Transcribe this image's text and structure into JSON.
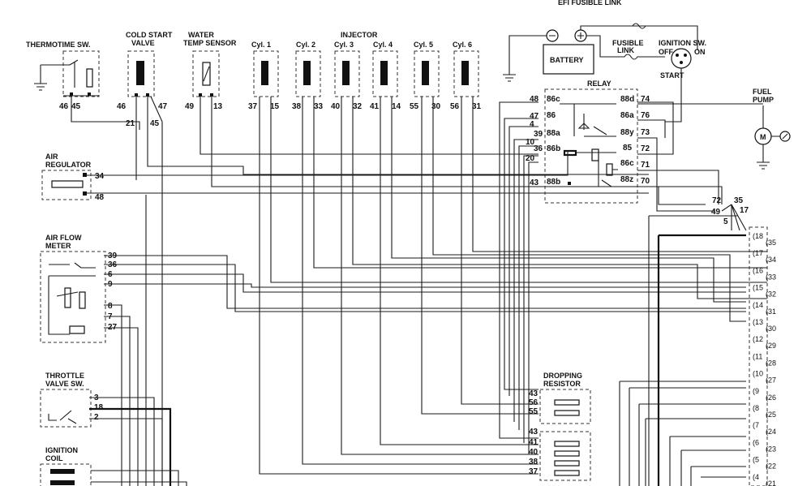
{
  "title": "EFI FUSIBLE LINK",
  "components": {
    "thermotime": {
      "label": "THERMOTIME SW.",
      "pins": [
        "46",
        "45"
      ]
    },
    "cold_start": {
      "label1": "COLD START",
      "label2": "VALVE",
      "pins": [
        "46",
        "47",
        "21",
        "45"
      ]
    },
    "water_temp": {
      "label1": "WATER",
      "label2": "TEMP SENSOR",
      "pins": [
        "49",
        "13"
      ]
    },
    "injector_header": "INJECTOR",
    "injectors": [
      {
        "label": "Cyl. 1",
        "pins": [
          "37",
          "15"
        ]
      },
      {
        "label": "Cyl. 2",
        "pins": [
          "38",
          "33"
        ]
      },
      {
        "label": "Cyl. 3",
        "pins": [
          "40",
          "32"
        ]
      },
      {
        "label": "Cyl. 4",
        "pins": [
          "41",
          "14"
        ]
      },
      {
        "label": "Cyl. 5",
        "pins": [
          "55",
          "30"
        ]
      },
      {
        "label": "Cyl. 6",
        "pins": [
          "56",
          "31"
        ]
      }
    ],
    "battery": {
      "label": "BATTERY"
    },
    "fusible_link": {
      "label1": "FUSIBLE",
      "label2": "LINK"
    },
    "ignition_sw": {
      "label": "IGNITION SW.",
      "off": "OFF",
      "on": "ON",
      "start": "START"
    },
    "fuel_pump": {
      "label1": "FUEL",
      "label2": "PUMP",
      "motor": "M"
    },
    "relay": {
      "label": "RELAY",
      "left_pins": [
        "48",
        "47",
        "4",
        "39",
        "10",
        "36",
        "20",
        "43"
      ],
      "left_terms": [
        "86c",
        "86",
        "88a",
        "86b",
        "88b"
      ],
      "right_terms": [
        "88d",
        "86a",
        "88y",
        "85",
        "86c",
        "88z"
      ],
      "right_pins": [
        "74",
        "76",
        "73",
        "72",
        "71",
        "70"
      ]
    },
    "air_regulator": {
      "label1": "AIR",
      "label2": "REGULATOR",
      "pins": [
        "34",
        "48"
      ]
    },
    "air_flow_meter": {
      "label1": "AIR FLOW",
      "label2": "METER",
      "pins": [
        "39",
        "36",
        "6",
        "9",
        "8",
        "7",
        "27"
      ]
    },
    "throttle_sw": {
      "label1": "THROTTLE",
      "label2": "VALVE SW.",
      "pins": [
        "3",
        "18",
        "2"
      ]
    },
    "ignition_coil": {
      "label1": "IGNITION",
      "label2": "COIL"
    },
    "dropping_resistor": {
      "label1": "DROPPING",
      "label2": "RESISTOR",
      "pins": [
        "43",
        "56",
        "55"
      ],
      "pins2": [
        "43",
        "41",
        "40",
        "38",
        "37"
      ]
    },
    "junction": {
      "pins": [
        "72",
        "35",
        "49",
        "17",
        "5"
      ]
    },
    "ecu_left": [
      "18",
      "17",
      "16",
      "15",
      "14",
      "13",
      "12",
      "11",
      "10",
      "9",
      "8",
      "7",
      "6",
      "5",
      "4"
    ],
    "ecu_right": [
      "35",
      "34",
      "33",
      "32",
      "31",
      "30",
      "29",
      "28",
      "27",
      "26",
      "25",
      "24",
      "23",
      "22",
      "21"
    ]
  }
}
